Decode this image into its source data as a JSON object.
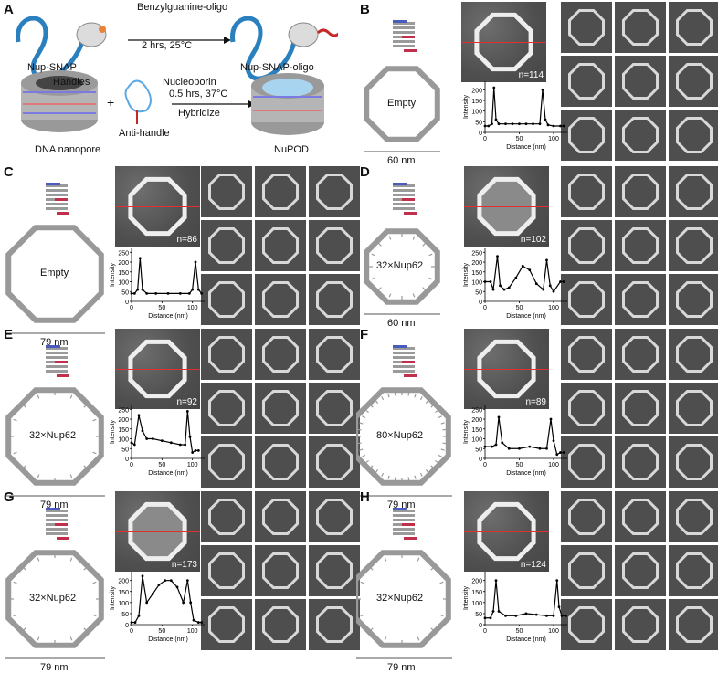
{
  "panels": {
    "A": {
      "label": "A",
      "reaction1": "Benzylguanine-oligo",
      "cond1": "2 hrs, 25°C",
      "left_mol": "Nup-SNAP",
      "right_mol": "Nup-SNAP-oligo",
      "handles": "Handles",
      "plus": "+",
      "nucleoporin": "Nucleoporin",
      "antihandle": "Anti-handle",
      "cond2": "0.5 hrs, 37°C",
      "hybridize": "Hybridize",
      "nanopore": "DNA nanopore",
      "nupod": "NuPOD"
    },
    "B": {
      "label": "B",
      "center": "Empty",
      "size": "60 nm",
      "n": "n=114"
    },
    "C": {
      "label": "C",
      "center": "Empty",
      "size": "79 nm",
      "n": "n=86"
    },
    "D": {
      "label": "D",
      "center": "32×Nup62",
      "size": "60 nm",
      "n": "n=102"
    },
    "E": {
      "label": "E",
      "center": "32×Nup62",
      "size": "79 nm",
      "n": "n=92"
    },
    "F": {
      "label": "F",
      "center": "80×Nup62",
      "size": "79 nm",
      "n": "n=89"
    },
    "G": {
      "label": "G",
      "center": "32×Nup62",
      "size": "79 nm",
      "n": "n=173"
    },
    "H": {
      "label": "H",
      "center": "32×Nup62",
      "size": "79 nm",
      "n": "n=124"
    }
  },
  "axes": {
    "ylabel": "Intensity",
    "xlabel": "Distance (nm)"
  },
  "chart_data": [
    {
      "type": "line",
      "panel": "B",
      "xlabel": "Distance (nm)",
      "ylabel": "Intensity",
      "xticks": [
        0,
        50,
        100
      ],
      "yticks": [
        0,
        50,
        100,
        150,
        200
      ],
      "x": [
        0,
        5,
        10,
        13,
        16,
        20,
        30,
        40,
        50,
        60,
        70,
        80,
        84,
        88,
        92,
        100,
        110,
        115
      ],
      "y": [
        30,
        30,
        40,
        210,
        60,
        40,
        40,
        40,
        40,
        40,
        40,
        40,
        200,
        60,
        35,
        30,
        30,
        30
      ]
    },
    {
      "type": "line",
      "panel": "C",
      "xlabel": "Distance (nm)",
      "ylabel": "Intensity",
      "xticks": [
        0,
        50,
        100
      ],
      "yticks": [
        0,
        50,
        100,
        150,
        200,
        250
      ],
      "x": [
        0,
        5,
        10,
        14,
        18,
        25,
        40,
        60,
        80,
        95,
        100,
        105,
        110,
        115
      ],
      "y": [
        40,
        40,
        60,
        220,
        60,
        40,
        40,
        40,
        40,
        40,
        60,
        200,
        60,
        40
      ]
    },
    {
      "type": "line",
      "panel": "D",
      "xlabel": "Distance (nm)",
      "ylabel": "Intensity",
      "xticks": [
        0,
        50,
        100
      ],
      "yticks": [
        0,
        50,
        100,
        150,
        200,
        250
      ],
      "x": [
        0,
        8,
        12,
        18,
        22,
        28,
        35,
        45,
        55,
        65,
        75,
        85,
        90,
        95,
        100,
        110,
        115
      ],
      "y": [
        100,
        100,
        60,
        230,
        80,
        60,
        70,
        120,
        180,
        160,
        90,
        60,
        210,
        80,
        50,
        100,
        100
      ]
    },
    {
      "type": "line",
      "panel": "E",
      "xlabel": "Distance (nm)",
      "ylabel": "Intensity",
      "xticks": [
        0,
        50,
        100
      ],
      "yticks": [
        0,
        50,
        100,
        150,
        200,
        250
      ],
      "x": [
        0,
        5,
        12,
        18,
        25,
        35,
        50,
        65,
        80,
        88,
        92,
        96,
        100,
        105,
        110
      ],
      "y": [
        80,
        70,
        220,
        140,
        100,
        100,
        90,
        80,
        70,
        70,
        240,
        110,
        30,
        40,
        40
      ]
    },
    {
      "type": "line",
      "panel": "F",
      "xlabel": "Distance (nm)",
      "ylabel": "Intensity",
      "xticks": [
        0,
        50,
        100
      ],
      "yticks": [
        0,
        50,
        100,
        150,
        200,
        250
      ],
      "x": [
        0,
        10,
        16,
        20,
        25,
        35,
        50,
        65,
        80,
        90,
        96,
        100,
        105,
        110,
        115
      ],
      "y": [
        60,
        60,
        70,
        210,
        80,
        50,
        50,
        60,
        50,
        50,
        200,
        90,
        20,
        30,
        30
      ]
    },
    {
      "type": "line",
      "panel": "G",
      "xlabel": "Distance (nm)",
      "ylabel": "Intensity",
      "xticks": [
        0,
        50,
        100
      ],
      "yticks": [
        0,
        50,
        100,
        150,
        200
      ],
      "x": [
        0,
        6,
        12,
        18,
        25,
        35,
        45,
        55,
        65,
        75,
        85,
        92,
        97,
        102,
        110,
        115
      ],
      "y": [
        10,
        10,
        40,
        220,
        100,
        140,
        180,
        200,
        200,
        170,
        100,
        200,
        100,
        20,
        10,
        10
      ]
    },
    {
      "type": "line",
      "panel": "H",
      "xlabel": "Distance (nm)",
      "ylabel": "Intensity",
      "xticks": [
        0,
        50,
        100
      ],
      "yticks": [
        0,
        50,
        100,
        150,
        200
      ],
      "x": [
        0,
        8,
        12,
        16,
        20,
        30,
        45,
        60,
        75,
        90,
        100,
        105,
        108,
        112,
        118
      ],
      "y": [
        30,
        30,
        60,
        200,
        60,
        40,
        40,
        50,
        45,
        40,
        40,
        200,
        80,
        40,
        40
      ]
    }
  ]
}
